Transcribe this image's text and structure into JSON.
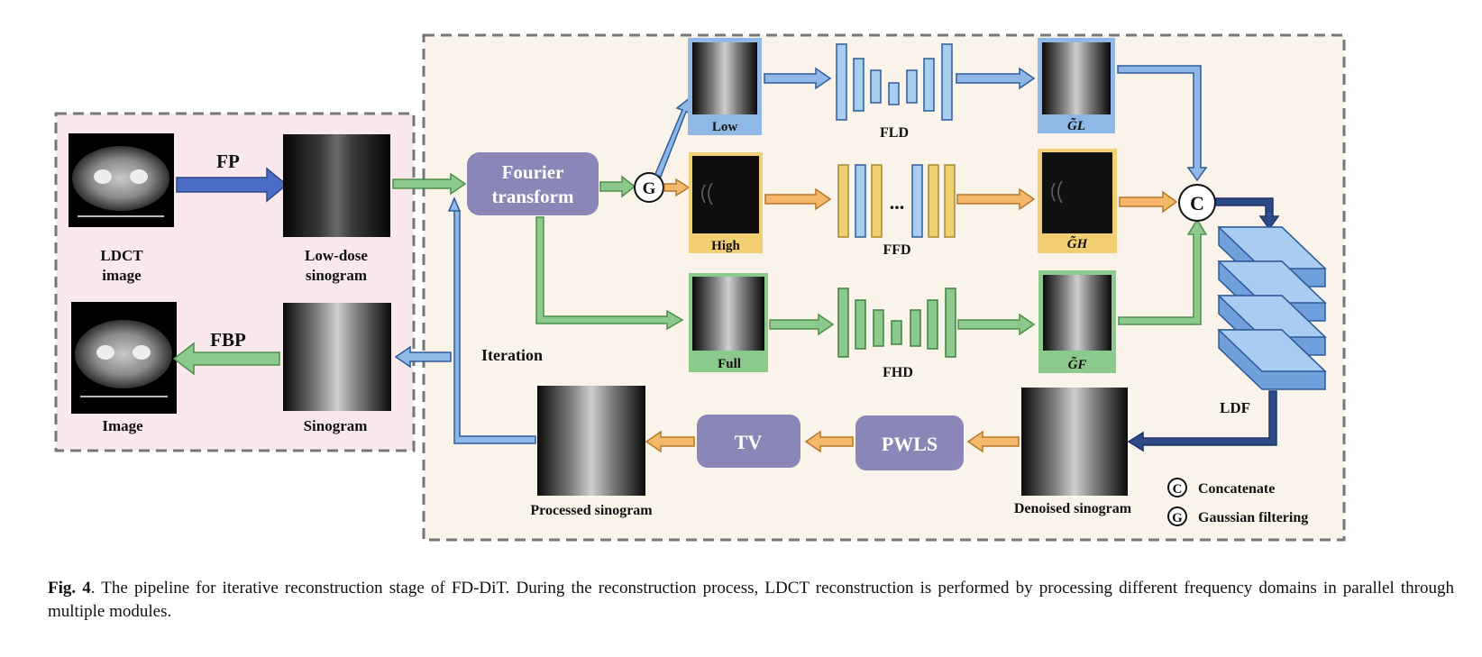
{
  "left_panel": {
    "ldct_label": [
      "LDCT",
      "image"
    ],
    "fp_label": "FP",
    "lowdose_label": [
      "Low-dose",
      "sinogram"
    ],
    "fbp_label": "FBP",
    "image_label": "Image",
    "sinogram_label": "Sinogram"
  },
  "right_panel": {
    "fourier_label": [
      "Fourier",
      "transform"
    ],
    "g_symbol": "G",
    "c_symbol": "C",
    "low_label": "Low",
    "high_label": "High",
    "full_label": "Full",
    "fld_label": "FLD",
    "ffd_label": "FFD",
    "fhd_label": "FHD",
    "dots": "...",
    "gl_label": "G̃L",
    "gh_label": "G̃H",
    "gf_label": "G̃F",
    "ldf_label": "LDF",
    "iteration_label": "Iteration",
    "tv_label": "TV",
    "pwls_label": "PWLS",
    "processed_label": "Processed sinogram",
    "denoised_label": "Denoised sinogram"
  },
  "legend": [
    {
      "symbol": "C",
      "text": "Concatenate"
    },
    {
      "symbol": "G",
      "text": "Gaussian filtering"
    }
  ],
  "colors": {
    "blue": "#8fb8e6",
    "blue_dark": "#2e4a86",
    "orange": "#f5b86a",
    "green": "#8cc98c",
    "purple": "#8a87b8",
    "yellow": "#f3cf74",
    "left_bg": "#f9e8ec",
    "right_bg": "#faf3ea"
  },
  "caption": {
    "prefix": "Fig. 4",
    "text": ". The pipeline for iterative reconstruction stage of FD-DiT. During the reconstruction process, LDCT reconstruction is performed by processing different frequency domains in parallel through multiple modules."
  }
}
